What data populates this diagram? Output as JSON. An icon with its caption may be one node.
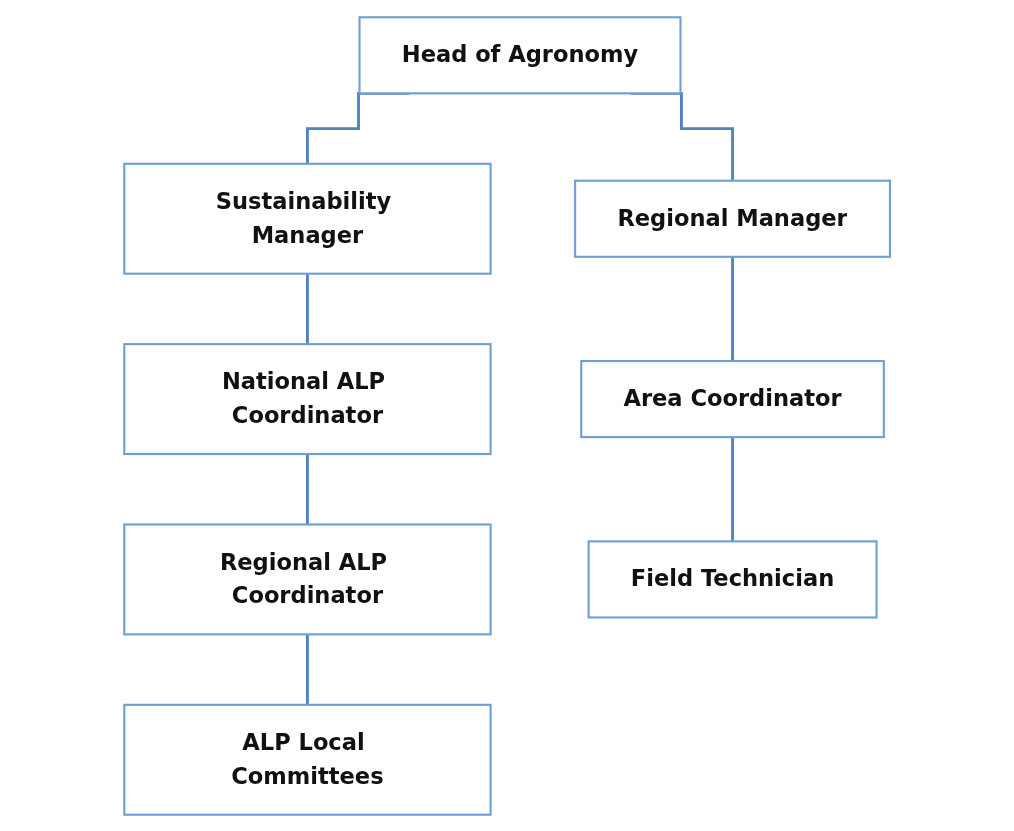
{
  "diagram": {
    "nodes": [
      {
        "text": [
          "Head of Agronomy"
        ]
      },
      {
        "text": [
          "Sustainability Manager"
        ]
      },
      {
        "text": [
          "National ALP Coordinator"
        ]
      },
      {
        "text": [
          "Regional ALP Coordinator"
        ]
      },
      {
        "text": [
          "ALP Local Committees"
        ]
      },
      {
        "text": [
          "Regional Manager"
        ]
      },
      {
        "text": [
          "Area Coordinator"
        ]
      },
      {
        "text": [
          "Field Technician"
        ]
      }
    ],
    "edges": [
      {
        "from": 0,
        "to": 1,
        "arrow": "none"
      },
      {
        "from": 0,
        "to": 5,
        "arrow": "none"
      },
      {
        "from": 1,
        "to": 2,
        "arrow": "none"
      },
      {
        "from": 2,
        "to": 3,
        "arrow": "none"
      },
      {
        "from": 3,
        "to": 4,
        "arrow": "none"
      },
      {
        "from": 5,
        "to": 6,
        "arrow": "none"
      },
      {
        "from": 6,
        "to": 7,
        "arrow": "none"
      }
    ]
  }
}
